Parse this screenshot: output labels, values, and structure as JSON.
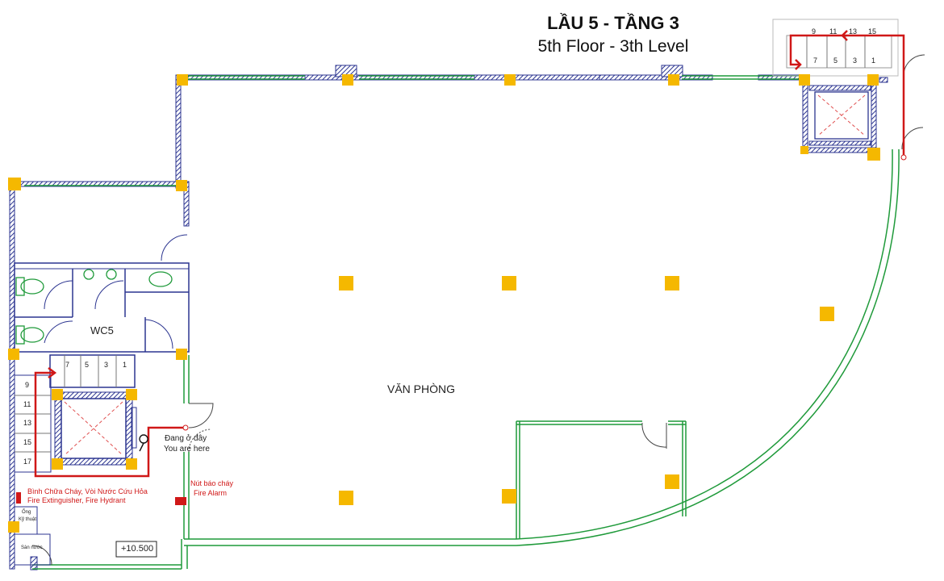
{
  "title": {
    "vi": "LẦU 5 - TẦNG 3",
    "en": "5th Floor - 3th Level"
  },
  "rooms": {
    "office": "VĂN PHÒNG",
    "wc": "WC5"
  },
  "stairs_left": [
    "7",
    "5",
    "3",
    "1",
    "9",
    "11",
    "13",
    "15",
    "17"
  ],
  "stairs_right": [
    "9",
    "11",
    "13",
    "15",
    "7",
    "5",
    "3",
    "1"
  ],
  "you_are_here": {
    "vi": "Đang ở đây",
    "en": "You are here"
  },
  "fire_alarm": {
    "vi": "Nút báo cháy",
    "en": "Fire Alarm"
  },
  "fire_equipment": {
    "vi": "Bình Chữa Cháy, Vòi Nước Cứu Hỏa",
    "en": "Fire Extinguisher, Fire Hydrant"
  },
  "technical_duct": {
    "line1": "Ống",
    "line2": "Kỹ thuật"
  },
  "water_shaft": "Sàn nước",
  "elevation": "+10.500",
  "colors": {
    "wall": "#2c3590",
    "column": "#f5b800",
    "glass": "#1f9a3a",
    "route": "#d01818",
    "cross": "#e05050"
  }
}
